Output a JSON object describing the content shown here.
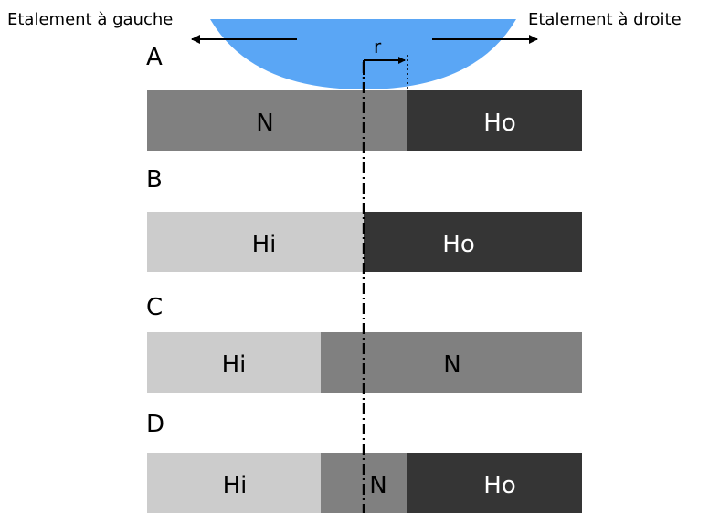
{
  "labels": {
    "spread_left": "Etalement à gauche",
    "spread_right": "Etalement à droite",
    "radius": "r"
  },
  "colors": {
    "droplet": "#5aa6f5",
    "hi": "#cccccc",
    "n": "#808080",
    "ho": "#353535",
    "text_dark": "#000000",
    "text_light": "#ffffff"
  },
  "rows": [
    {
      "letter": "A",
      "segments": [
        {
          "label": "N",
          "kind": "n"
        },
        {
          "label": "Ho",
          "kind": "ho"
        }
      ]
    },
    {
      "letter": "B",
      "segments": [
        {
          "label": "Hi",
          "kind": "hi"
        },
        {
          "label": "Ho",
          "kind": "ho"
        }
      ]
    },
    {
      "letter": "C",
      "segments": [
        {
          "label": "Hi",
          "kind": "hi"
        },
        {
          "label": "N",
          "kind": "n"
        }
      ]
    },
    {
      "letter": "D",
      "segments": [
        {
          "label": "Hi",
          "kind": "hi"
        },
        {
          "label": "N",
          "kind": "n"
        },
        {
          "label": "Ho",
          "kind": "ho"
        }
      ]
    }
  ]
}
